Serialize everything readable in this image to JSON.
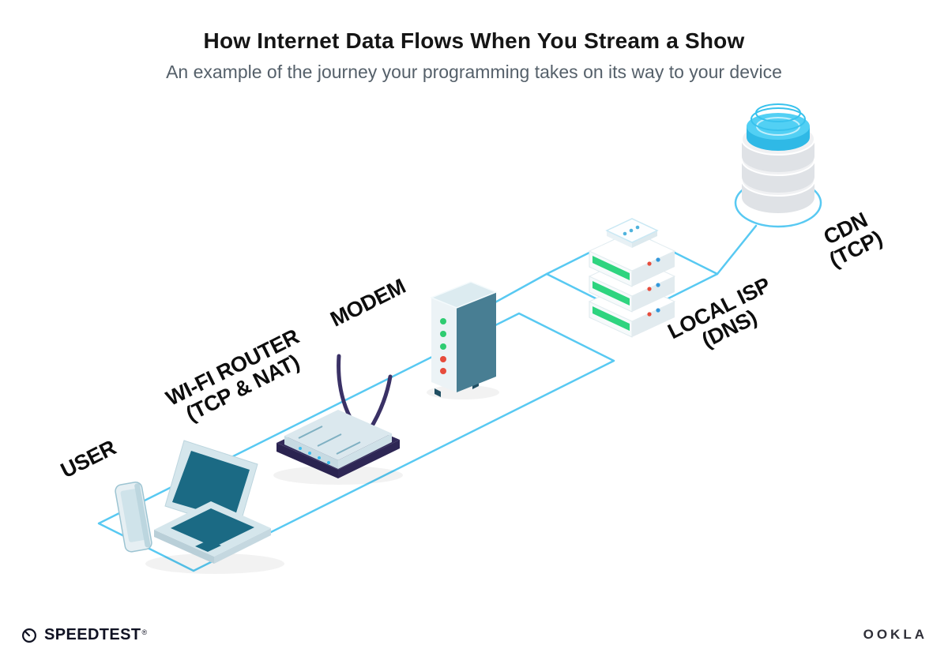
{
  "header": {
    "title": "How Internet Data Flows When You Stream a Show",
    "subtitle": "An example of the journey your programming takes on its way to your device"
  },
  "nodes": [
    {
      "id": "user",
      "label": "USER"
    },
    {
      "id": "wifi-router",
      "label": "WI-FI ROUTER",
      "sublabel": "(TCP & NAT)"
    },
    {
      "id": "modem",
      "label": "MODEM"
    },
    {
      "id": "local-isp",
      "label": "LOCAL ISP",
      "sublabel": "(DNS)"
    },
    {
      "id": "cdn",
      "label": "CDN",
      "sublabel": "(TCP)"
    }
  ],
  "footer": {
    "speedtest_label": "SPEEDTEST",
    "speedtest_mark": "®",
    "ookla_label": "OOKLA"
  },
  "colors": {
    "flow_line": "#58c9f2",
    "device_teal": "#1d6c86",
    "device_light": "#d8e7ed",
    "router_base_navy": "#322a5a",
    "led_green": "#2ecc71",
    "led_red": "#e74c3c",
    "server_green": "#2ed47f",
    "cdn_cyan": "#38c2ed"
  }
}
